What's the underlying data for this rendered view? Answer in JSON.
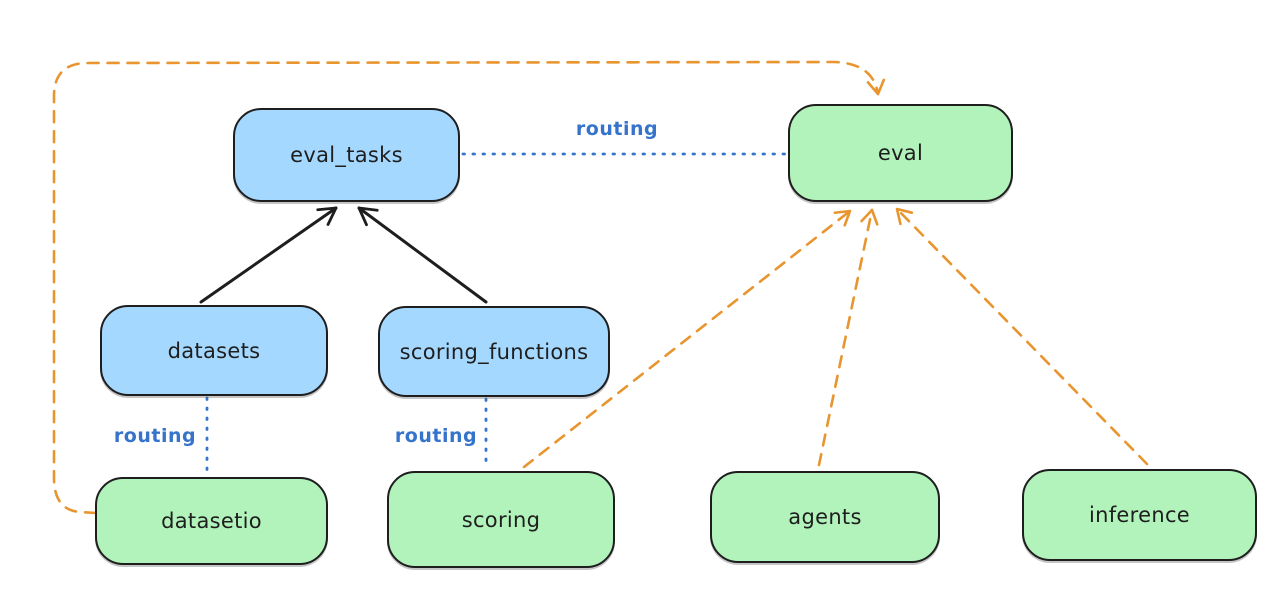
{
  "diagram": {
    "background": "#ffffff",
    "colors": {
      "api_node_fill": "#a5d8ff",
      "provider_node_fill": "#b2f2bb",
      "node_stroke": "#1e1e1e",
      "node_text": "#1e1e1e",
      "routing_blue": "#3674cc",
      "provider_arrow_orange": "#e8952f",
      "dependency_arrow_black": "#1e1e1e"
    },
    "nodes": [
      {
        "id": "eval_tasks",
        "label": "eval_tasks",
        "fill": "blue"
      },
      {
        "id": "eval",
        "label": "eval",
        "fill": "green"
      },
      {
        "id": "datasets",
        "label": "datasets",
        "fill": "blue"
      },
      {
        "id": "scoring_functions",
        "label": "scoring_functions",
        "fill": "blue"
      },
      {
        "id": "datasetio",
        "label": "datasetio",
        "fill": "green"
      },
      {
        "id": "scoring",
        "label": "scoring",
        "fill": "green"
      },
      {
        "id": "agents",
        "label": "agents",
        "fill": "green"
      },
      {
        "id": "inference",
        "label": "inference",
        "fill": "green"
      }
    ],
    "edges": [
      {
        "from": "datasets",
        "to": "eval_tasks",
        "style": "solid-black-arrow",
        "label": ""
      },
      {
        "from": "scoring_functions",
        "to": "eval_tasks",
        "style": "solid-black-arrow",
        "label": ""
      },
      {
        "from": "eval_tasks",
        "to": "eval",
        "style": "dotted-blue",
        "label": "routing"
      },
      {
        "from": "datasets",
        "to": "datasetio",
        "style": "dotted-blue",
        "label": "routing"
      },
      {
        "from": "scoring_functions",
        "to": "scoring",
        "style": "dotted-blue",
        "label": "routing"
      },
      {
        "from": "datasetio",
        "to": "eval",
        "style": "dashed-orange-arrow",
        "label": ""
      },
      {
        "from": "scoring",
        "to": "eval",
        "style": "dashed-orange-arrow",
        "label": ""
      },
      {
        "from": "agents",
        "to": "eval",
        "style": "dashed-orange-arrow",
        "label": ""
      },
      {
        "from": "inference",
        "to": "eval",
        "style": "dashed-orange-arrow",
        "label": ""
      }
    ]
  }
}
